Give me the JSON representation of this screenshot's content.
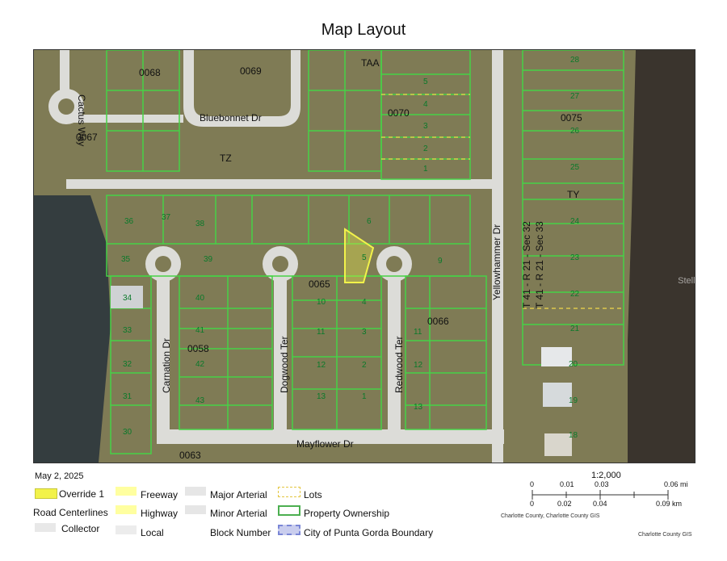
{
  "title": "Map Layout",
  "date": "May 2, 2025",
  "watermark": "Stellar MLS",
  "roads": {
    "bluebonnet": "Bluebonnet Dr",
    "cactus": "Cactus Way",
    "yellowhammer": "Yellowhammer Dr",
    "carnation": "Carnation Dr",
    "dogwood": "Dogwood Ter",
    "redwood": "Redwood Ter",
    "mayflower": "Mayflower Dr"
  },
  "blocks": [
    "0068",
    "0069",
    "0067",
    "0070",
    "0075",
    "0065",
    "0058",
    "0066",
    "0063",
    "TAA",
    "TZ",
    "TY"
  ],
  "sections": [
    "T 41 - R 21 - Sec 32",
    "T 41 - R 21 - Sec 33"
  ],
  "legend": {
    "override": "Override 1",
    "road_centerlines": "Road Centerlines",
    "collector": "Collector",
    "freeway": "Freeway",
    "highway": "Highway",
    "local": "Local",
    "major_arterial": "Major Arterial",
    "minor_arterial": "Minor Arterial",
    "block_number": "Block Number",
    "lots": "Lots",
    "property_ownership": "Property Ownership",
    "city_boundary": "City of Punta Gorda Boundary"
  },
  "scale": {
    "ratio": "1:2,000",
    "mi_ticks": [
      "0",
      "0.01",
      "0.03",
      "0.06 mi"
    ],
    "km_ticks": [
      "0",
      "0.02",
      "0.04",
      "0.09 km"
    ]
  },
  "credits": {
    "left": "Charlotte County, Charlotte County GIS",
    "right": "Charlotte County GIS"
  },
  "colors": {
    "parcel_line": "#46d246",
    "selected": "#f2f24a",
    "water": "#2f3a3d",
    "road": "#d9d9d6",
    "ground": "#7d7a52"
  }
}
